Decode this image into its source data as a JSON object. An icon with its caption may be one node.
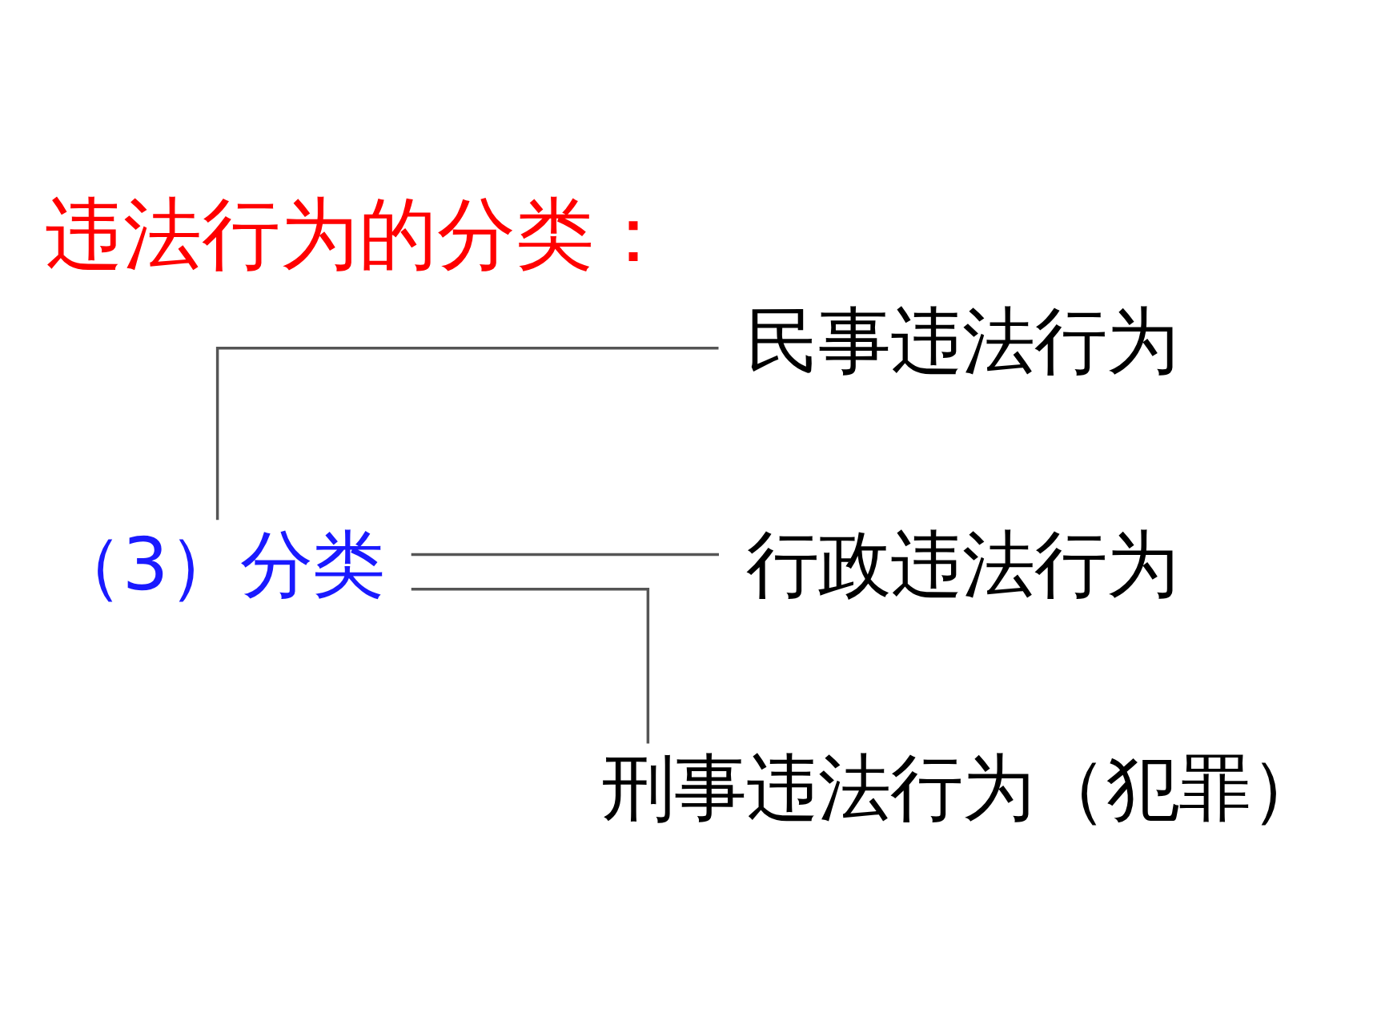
{
  "diagram": {
    "title": "违法行为的分类：",
    "nodes": [
      {
        "text": [
          "（3）分类"
        ]
      },
      {
        "text": [
          "民事违法行为"
        ]
      },
      {
        "text": [
          "行政违法行为"
        ]
      },
      {
        "text": [
          "刑事违法行为（犯罪）"
        ]
      }
    ],
    "edges": [
      {
        "from": 0,
        "to": 1,
        "arrow": "none"
      },
      {
        "from": 0,
        "to": 2,
        "arrow": "none"
      },
      {
        "from": 0,
        "to": 3,
        "arrow": "none"
      }
    ]
  }
}
